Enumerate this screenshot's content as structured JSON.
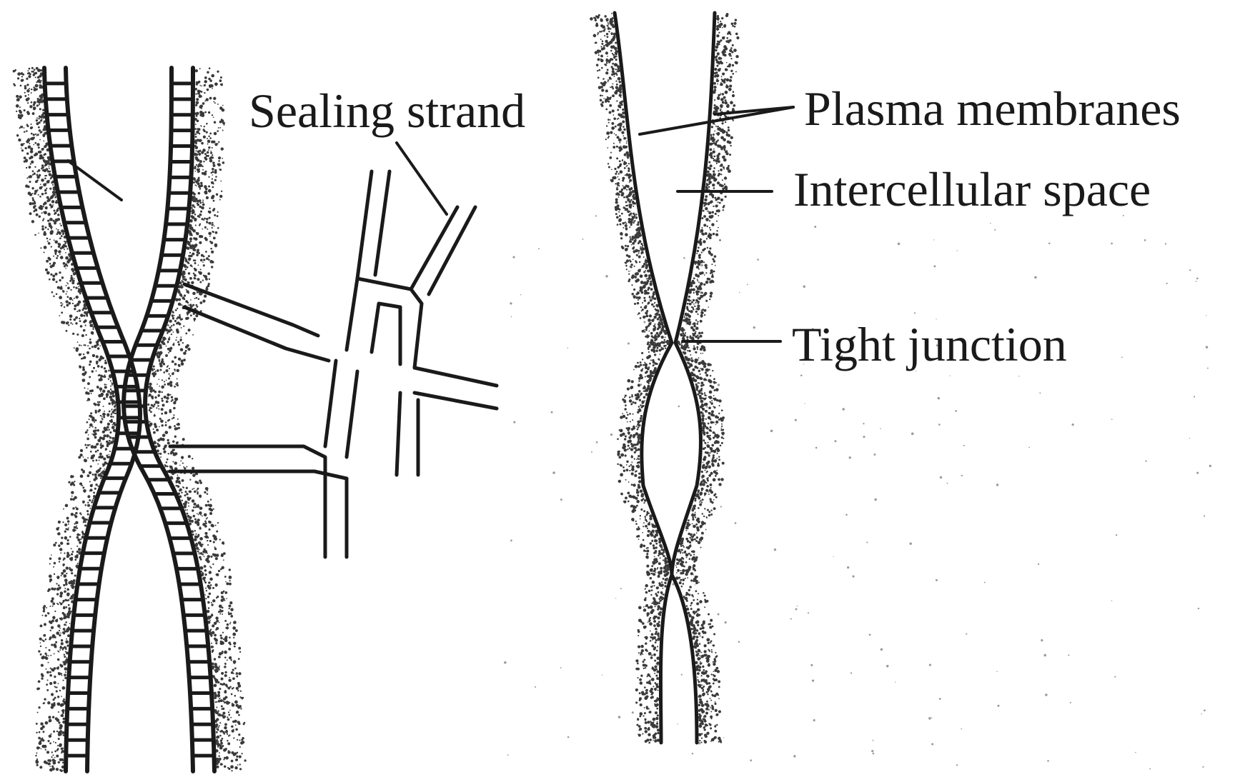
{
  "figure": {
    "labels": {
      "sealing_strand": "Sealing strand",
      "plasma_membranes": "Plasma membranes",
      "intercellular_space": "Intercellular space",
      "tight_junction": "Tight junction"
    },
    "colors": {
      "ink": "#1a1a1a",
      "stipple": "#3a3a3a",
      "background": "#ffffff"
    }
  }
}
